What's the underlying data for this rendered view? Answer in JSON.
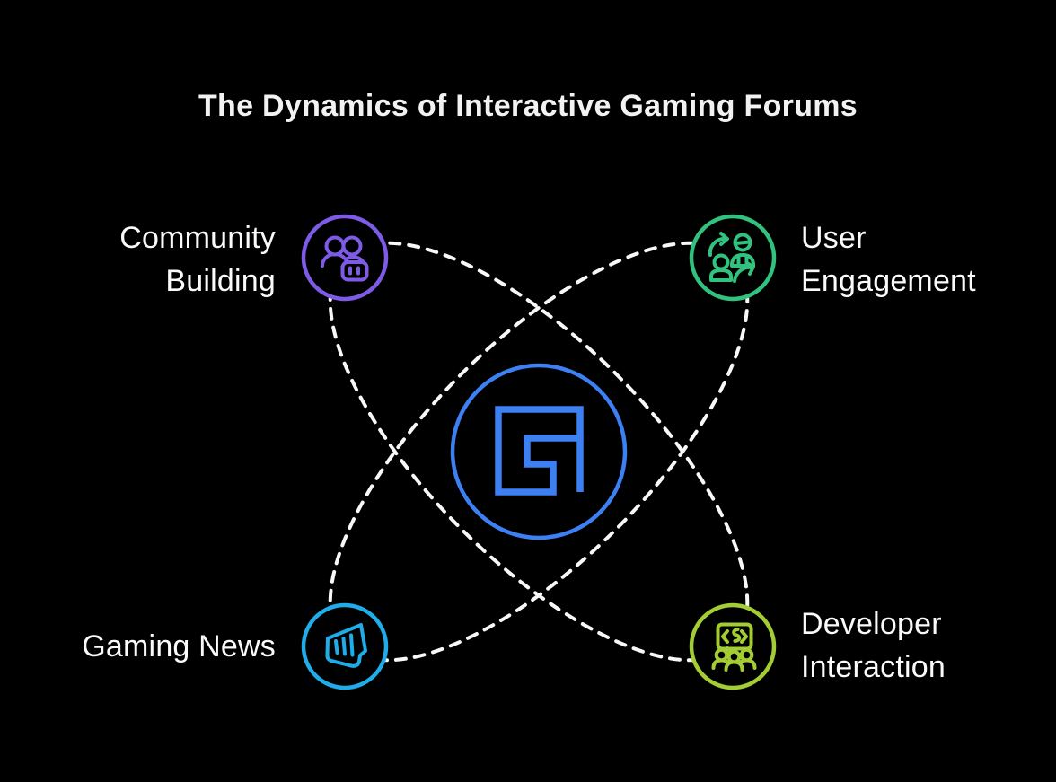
{
  "background": "#000000",
  "title": {
    "text": "The Dynamics of Interactive Gaming Forums",
    "color": "#f2f2f2"
  },
  "connectors": {
    "style": "dashed",
    "color": "#f8f8f8"
  },
  "center_node": {
    "id": "gaming-forum-logo",
    "icon": "g-logo-icon",
    "color": "#3c80f4"
  },
  "nodes": [
    {
      "id": "community-building",
      "lines": [
        "Community",
        "Building"
      ],
      "color": "#7d5be6",
      "icon": "users-gamepad-icon",
      "position": "top-left"
    },
    {
      "id": "user-engagement",
      "lines": [
        "User",
        "Engagement"
      ],
      "color": "#31c27e",
      "icon": "user-exchange-icon",
      "position": "top-right"
    },
    {
      "id": "gaming-news",
      "lines": [
        "Gaming News"
      ],
      "color": "#1fade9",
      "icon": "fist-icon",
      "position": "bottom-left"
    },
    {
      "id": "developer-interaction",
      "lines": [
        "Developer",
        "Interaction"
      ],
      "color": "#a3cc35",
      "icon": "code-presentation-icon",
      "position": "bottom-right"
    }
  ],
  "label_color": "#fafafa"
}
